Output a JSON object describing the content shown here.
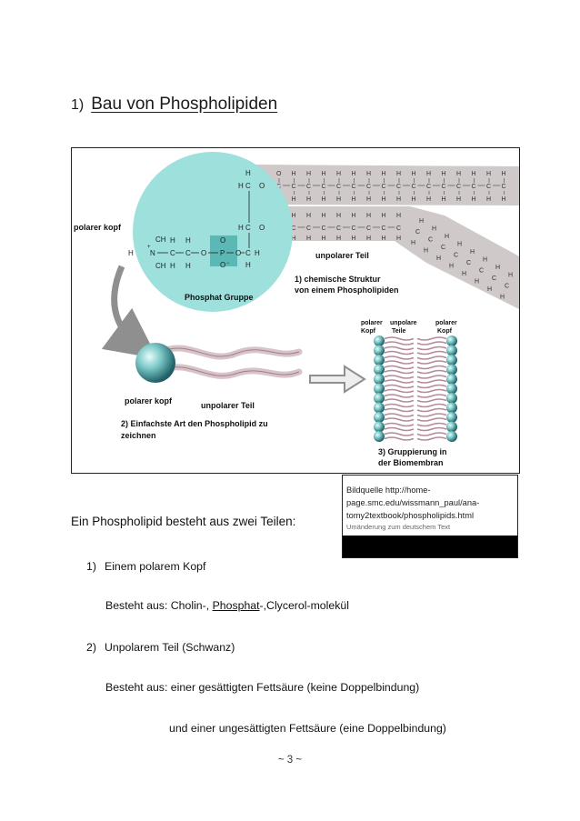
{
  "heading": {
    "number": "1)",
    "title": "Bau von Phospholipiden"
  },
  "figure": {
    "labels": {
      "polar_head_left": "polarer kopf",
      "phosphate_group": "Phosphat Gruppe",
      "nonpolar_part_top": "unpolarer Teil",
      "structure_line1": "1) chemische Struktur",
      "structure_line2": "von einem Phospholipiden",
      "polar_head_simple": "polarer kopf",
      "nonpolar_part_simple": "unpolarer Teil",
      "simple_line1": "2) Einfachste Art den Phospholipid zu",
      "simple_line2": "zeichnen",
      "membrane_polar_left_1": "polarer",
      "membrane_polar_left_2": "Kopf",
      "membrane_nonpolar_1": "unpolare",
      "membrane_nonpolar_2": "Teile",
      "membrane_polar_right_1": "polarer",
      "membrane_polar_right_2": "Kopf",
      "grouping_line1": "3) Gruppierung in",
      "grouping_line2": "der Biomembran"
    },
    "formula": {
      "ch3_top": "CH",
      "h3c": "H",
      "n": "N",
      "ch3_bottom": "CH",
      "c": "C",
      "h": "H",
      "o": "O",
      "p": "P",
      "plus": "+",
      "minus": "−"
    }
  },
  "caption": {
    "text": "Bildquelle http://home-page.smc.edu/wissmann_paul/ana-tomy2textbook/phospholipids.html",
    "note": "Umänderung zum deutschem Text"
  },
  "body": {
    "intro": "Ein Phospholipid besteht aus zwei Teilen:",
    "item1_num": "1)",
    "item1_label": "Einem polarem Kopf",
    "item1_detail_prefix": "Besteht aus: Cholin-, ",
    "item1_detail_link": "Phosphat",
    "item1_detail_suffix": "-,Clycerol-molekül",
    "item2_num": "2)",
    "item2_label": "Unpolarem Teil (Schwanz)",
    "item2_detail": "Besteht aus: einer gesättigten Fettsäure (keine Doppelbindung)",
    "item2_detail2": "und einer ungesättigten Fettsäure (eine Doppelbindung)"
  },
  "footer": {
    "page": "~ 3 ~"
  },
  "colors": {
    "head": "#9ee0dc",
    "head_dark": "#3e9aa0",
    "tail_band": "#cfc9c9",
    "phosphate_box": "#5bb8b4",
    "arrow": "#8f8f8f"
  }
}
